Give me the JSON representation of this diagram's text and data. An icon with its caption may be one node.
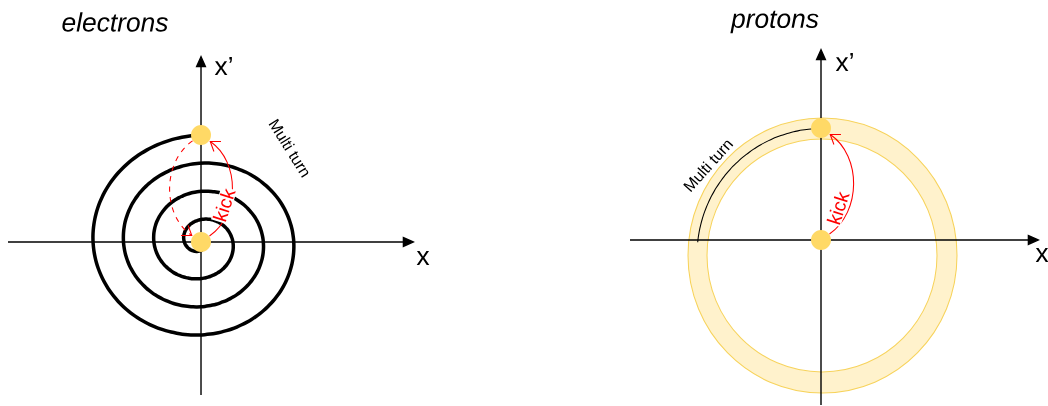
{
  "diagram": {
    "nodes": [
      {
        "text": [],
        "shape": "circle"
      },
      {
        "text": [],
        "shape": "circle"
      },
      {
        "text": [],
        "shape": "circle"
      },
      {
        "text": [],
        "shape": "circle"
      }
    ],
    "edges": [
      {
        "from": 0,
        "to": 1,
        "arrow": "to",
        "label": "kick"
      },
      {
        "from": 1,
        "to": 0,
        "arrow": "to",
        "style": "dashed"
      },
      {
        "from": 2,
        "to": 3,
        "arrow": "to",
        "label": "kick"
      }
    ],
    "labels": [
      "electrons",
      "protons",
      "x’",
      "Multi turn",
      "x’",
      "Multi turn",
      "x",
      "x"
    ]
  }
}
